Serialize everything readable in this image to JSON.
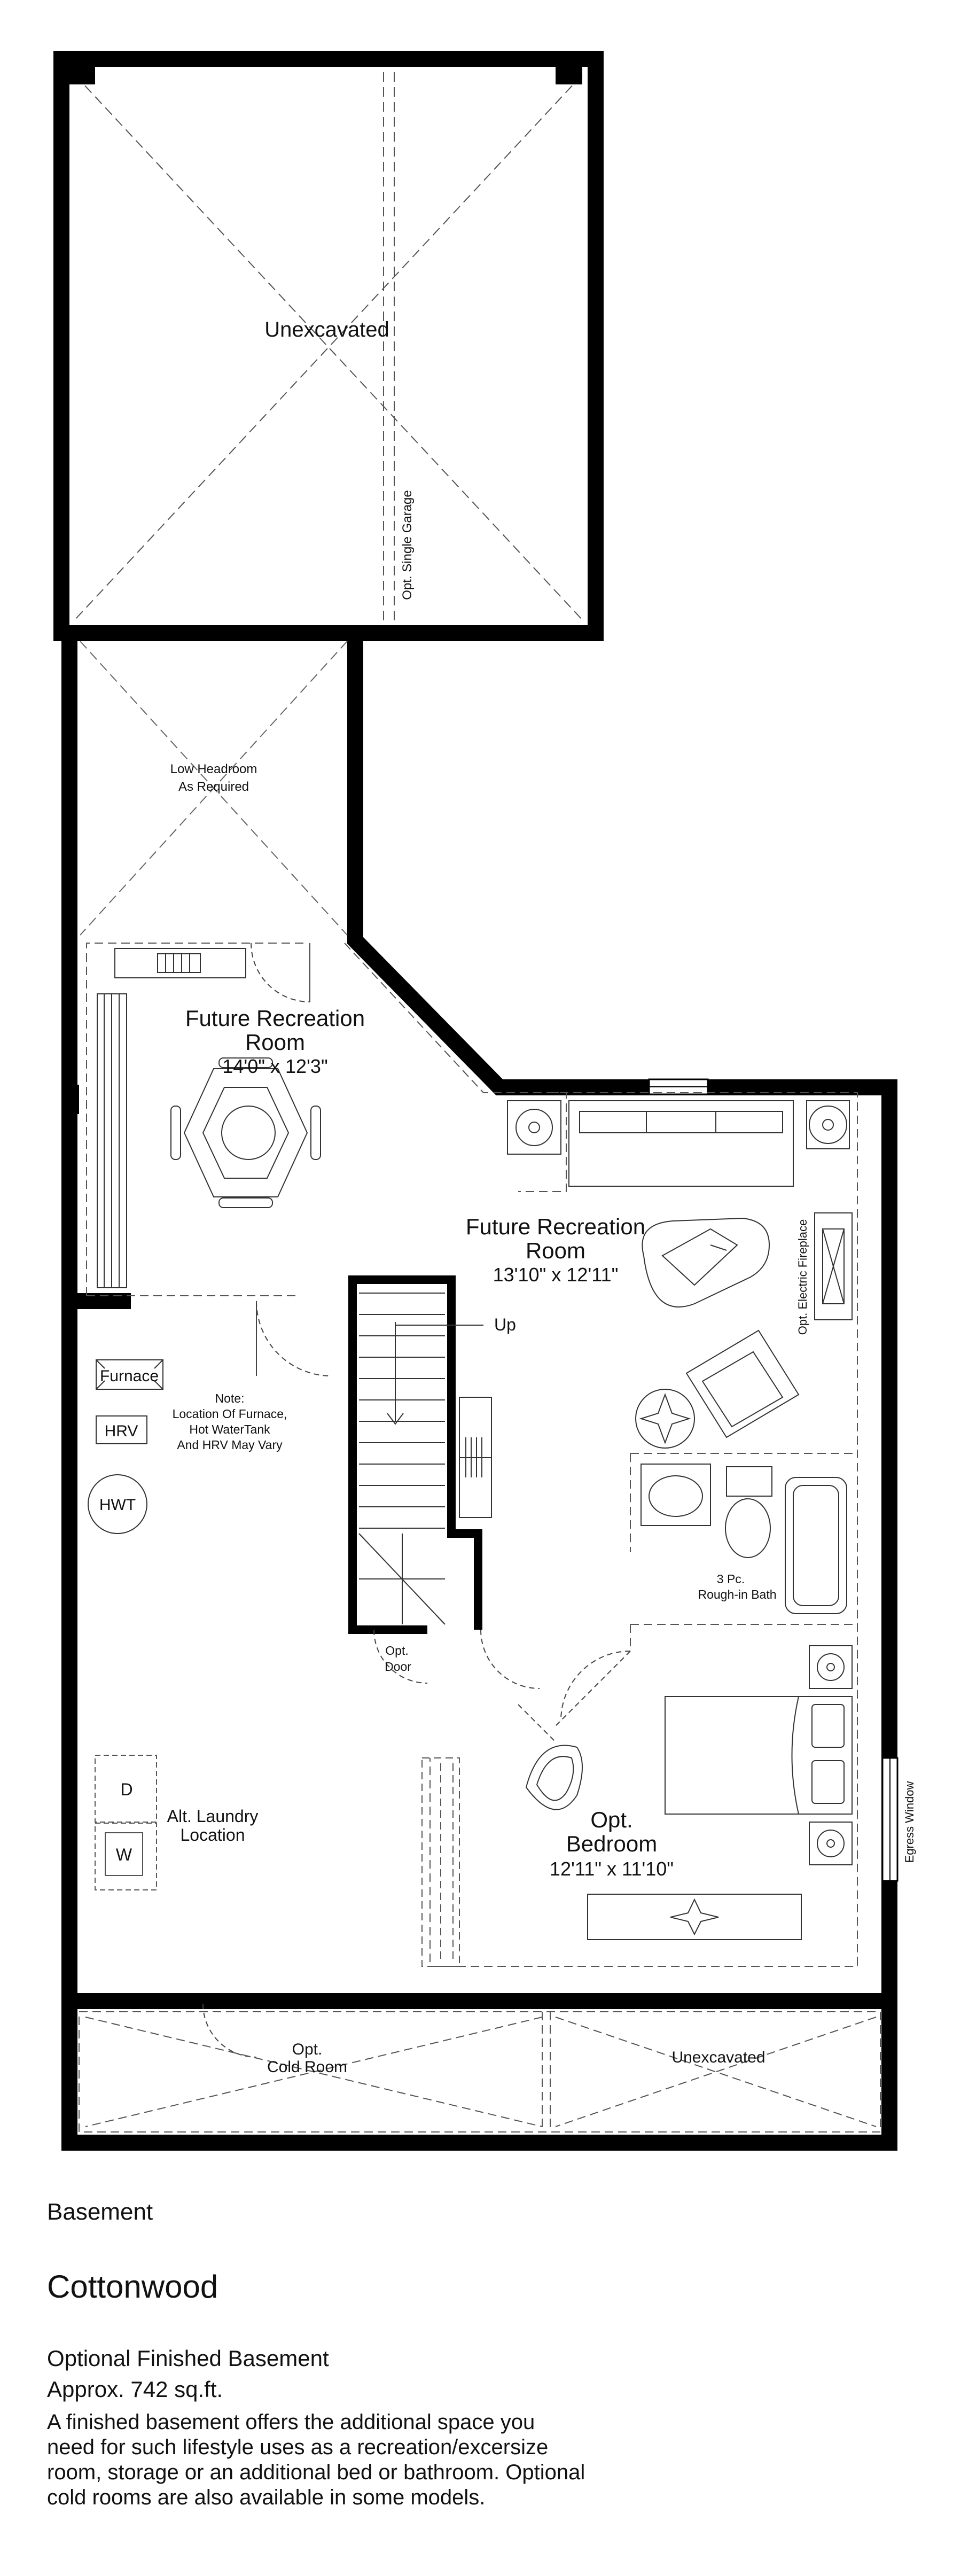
{
  "labels": {
    "unexcavated_top": "Unexcavated",
    "single_garage": "Opt. Single Garage",
    "low_headroom_1": "Low Headroom",
    "low_headroom_2": "As Required",
    "rec1_name_1": "Future Recreation",
    "rec1_name_2": "Room",
    "rec1_dims": "14'0\" x 12'3\"",
    "rec2_name_1": "Future Recreation",
    "rec2_name_2": "Room",
    "rec2_dims": "13'10\" x 12'11\"",
    "fireplace": "Opt. Electric Fireplace",
    "up": "Up",
    "furnace": "Furnace",
    "hrv": "HRV",
    "hwt": "HWT",
    "note_1": "Note:",
    "note_2": "Location Of Furnace,",
    "note_3": "Hot WaterTank",
    "note_4": "And HRV May Vary",
    "bath_1": "3 Pc.",
    "bath_2": "Rough-in Bath",
    "opt_door_1": "Opt.",
    "opt_door_2": "Door",
    "dryer": "D",
    "washer": "W",
    "laundry_1": "Alt. Laundry",
    "laundry_2": "Location",
    "bedroom_1": "Opt.",
    "bedroom_2": "Bedroom",
    "bedroom_dims": "12'11\" x 11'10\"",
    "egress": "Egress Window",
    "cold_1": "Opt.",
    "cold_2": "Cold Room",
    "unexcavated_bottom": "Unexcavated"
  },
  "footer": {
    "floor_label": "Basement",
    "model_name": "Cottonwood",
    "subtitle": "Optional Finished Basement",
    "area": "Approx. 742 sq.ft.",
    "description": "A finished basement offers the additional space you need for such lifestyle uses as a recreation/excersize room, storage or an additional bed or bathroom. Optional cold rooms are also available in some models."
  }
}
